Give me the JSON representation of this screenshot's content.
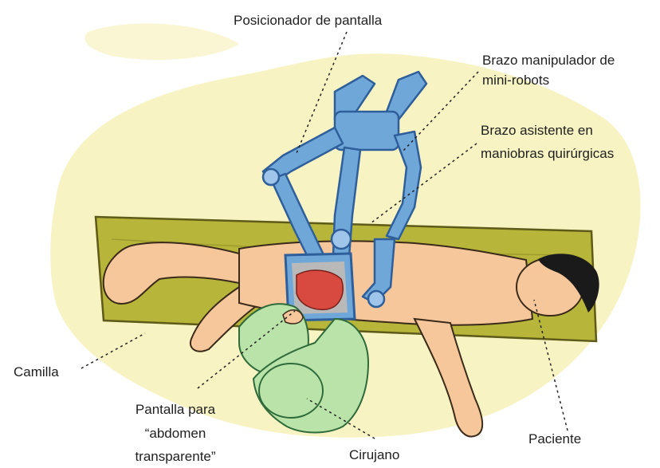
{
  "labels": {
    "screen_positioner": "Posicionador de pantalla",
    "manipulator_arm_line1": "Brazo manipulador de",
    "manipulator_arm_line2": "mini-robots",
    "assistant_arm_line1": "Brazo asistente en",
    "assistant_arm_line2": "maniobras quirúrgicas",
    "stretcher": "Camilla",
    "screen_line1": "Pantalla para",
    "screen_line2": "“abdomen",
    "screen_line3": "transparente”",
    "surgeon": "Cirujano",
    "patient": "Paciente"
  },
  "colors": {
    "background_wash": "#f7f1b8",
    "stretcher": "#b7b53a",
    "stretcher_outline": "#5e5a18",
    "skin": "#f6c79a",
    "skin_outline": "#3a2a1a",
    "hair": "#1a1a1a",
    "robot_arm": "#6fa7d8",
    "robot_arm_dark": "#2f5f9a",
    "surgeon_gown": "#b9e3a9",
    "surgeon_outline": "#2f6b3a",
    "screen_tissue": "#d84a3f",
    "screen_grey": "#b9b9b9",
    "leader_line": "#222222"
  }
}
